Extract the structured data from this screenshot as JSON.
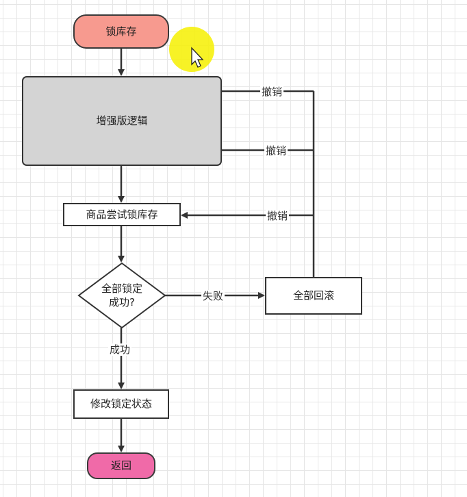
{
  "colors": {
    "start": "#f79a8f",
    "start_stroke": "#3a3a3a",
    "process": "#d4d4d4",
    "end": "#f06aa8",
    "edge": "#333333",
    "cursor_highlight": "#f6f000"
  },
  "nodes": {
    "lock_stock": "锁库存",
    "enhanced_logic": "增强版逻辑",
    "try_lock": "商品尝试锁库存",
    "all_locked": "全部锁定\n成功?",
    "rollback": "全部回滚",
    "update_status": "修改锁定状态",
    "return": "返回"
  },
  "edges": {
    "cancel_1": "撤销",
    "cancel_2": "撤销",
    "cancel_3": "撤销",
    "fail": "失败",
    "success": "成功"
  }
}
